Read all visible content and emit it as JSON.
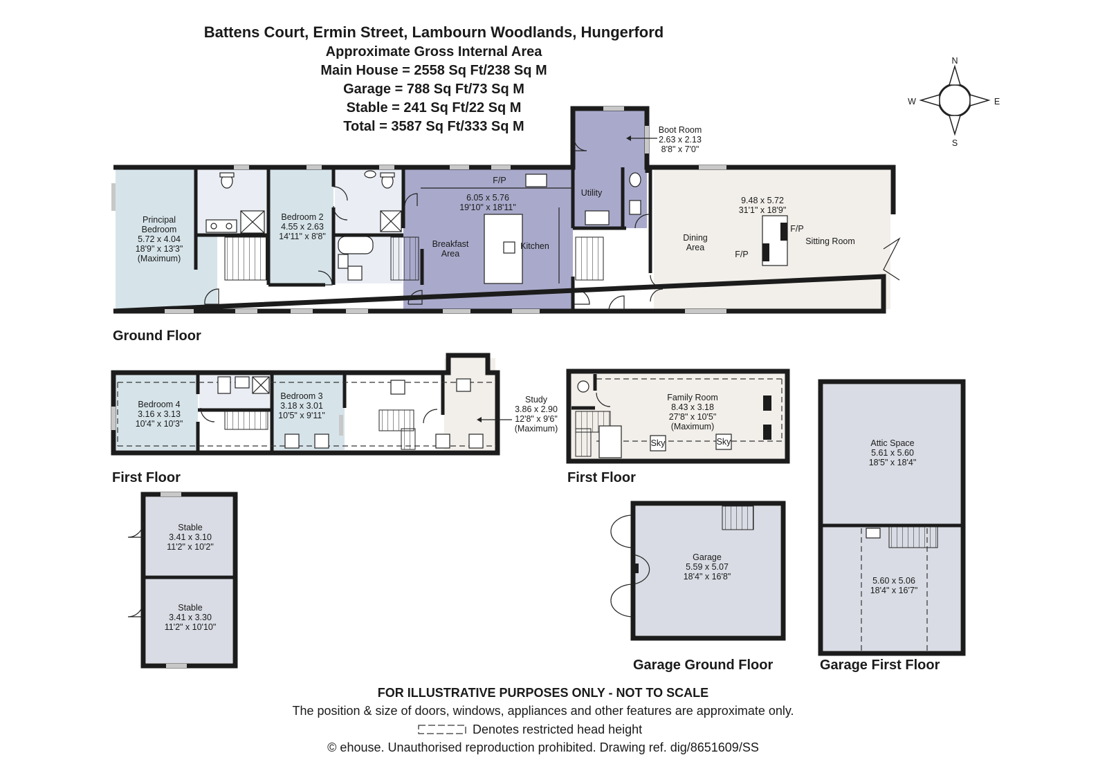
{
  "header": {
    "address": "Battens Court, Ermin Street, Lambourn Woodlands, Hungerford",
    "subtitle": "Approximate Gross Internal Area",
    "main_house": "Main House = 2558 Sq Ft/238 Sq M",
    "garage": "Garage = 788 Sq Ft/73 Sq M",
    "stable": "Stable = 241 Sq Ft/22 Sq M",
    "total": "Total = 3587 Sq Ft/333 Sq M"
  },
  "compass": {
    "n": "N",
    "s": "S",
    "e": "E",
    "w": "W"
  },
  "floors": {
    "ground": "Ground Floor",
    "first": "First Floor",
    "first_annex": "First Floor",
    "garage_ground": "Garage Ground Floor",
    "garage_first": "Garage First Floor"
  },
  "rooms": {
    "principal": {
      "name1": "Principal",
      "name2": "Bedroom",
      "metric": "5.72 x 4.04",
      "imperial": "18'9\" x 13'3\"",
      "note": "(Maximum)"
    },
    "bedroom2": {
      "name": "Bedroom 2",
      "metric": "4.55 x 2.63",
      "imperial": "14'11\" x 8'8\""
    },
    "kitchen": {
      "metric": "6.05 x 5.76",
      "imperial": "19'10\" x 18'11\"",
      "breakfast1": "Breakfast",
      "breakfast2": "Area",
      "kitchen": "Kitchen",
      "fp": "F/P"
    },
    "utility": {
      "name": "Utility"
    },
    "boot": {
      "name": "Boot Room",
      "metric": "2.63 x 2.13",
      "imperial": "8'8\" x 7'0\""
    },
    "sitting": {
      "metric": "9.48 x 5.72",
      "imperial": "31'1\" x 18'9\"",
      "dining1": "Dining",
      "dining2": "Area",
      "sitting": "Sitting Room",
      "fp1": "F/P",
      "fp2": "F/P"
    },
    "bedroom4": {
      "name": "Bedroom 4",
      "metric": "3.16 x 3.13",
      "imperial": "10'4\" x 10'3\""
    },
    "bedroom3": {
      "name": "Bedroom 3",
      "metric": "3.18 x 3.01",
      "imperial": "10'5\" x 9'11\""
    },
    "study": {
      "name": "Study",
      "metric": "3.86 x 2.90",
      "imperial": "12'8\" x 9'6\"",
      "note": "(Maximum)"
    },
    "family": {
      "name": "Family Room",
      "metric": "8.43 x 3.18",
      "imperial": "27'8\" x 10'5\"",
      "note": "(Maximum)",
      "sky1": "Sky",
      "sky2": "Sky"
    },
    "stable1": {
      "name": "Stable",
      "metric": "3.41 x 3.10",
      "imperial": "11'2\" x 10'2\""
    },
    "stable2": {
      "name": "Stable",
      "metric": "3.41 x 3.30",
      "imperial": "11'2\" x 10'10\""
    },
    "garage": {
      "name": "Garage",
      "metric": "5.59 x 5.07",
      "imperial": "18'4\" x 16'8\""
    },
    "attic": {
      "name": "Attic Space",
      "metric": "5.61 x 5.60",
      "imperial": "18'5\" x 18'4\""
    },
    "garage_first": {
      "metric": "5.60 x 5.06",
      "imperial": "18'4\" x 16'7\""
    }
  },
  "footer": {
    "disclaimer": "FOR ILLUSTRATIVE PURPOSES ONLY - NOT TO SCALE",
    "position": "The position & size of doors, windows, appliances and other features are approximate only.",
    "legend": "Denotes restricted head height",
    "copyright": "© ehouse. Unauthorised reproduction prohibited. Drawing ref. dig/8651609/SS"
  },
  "colors": {
    "bedroom": "#d6e4ea",
    "bathroom": "#eaeef4",
    "kitchen": "#a9aacb",
    "living": "#f2efea",
    "garage": "#d9dce4",
    "wall": "#1c1c1c",
    "window": "#c8c8c8"
  }
}
